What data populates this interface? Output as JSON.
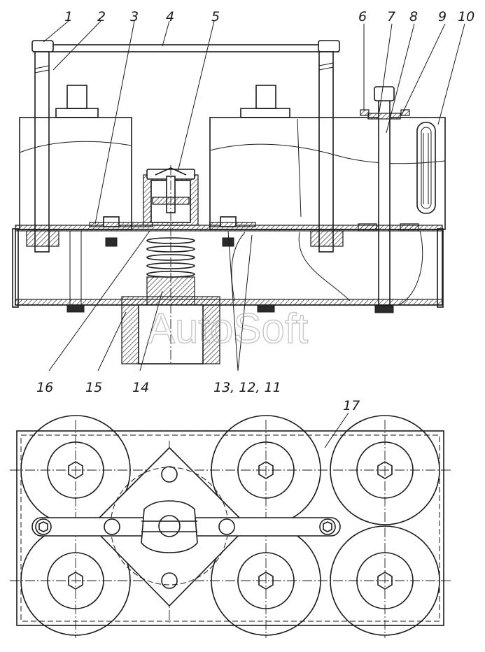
{
  "watermark": "AutoSoft",
  "callouts_top": [
    "1",
    "2",
    "3",
    "4",
    "5",
    "6",
    "7",
    "8",
    "9",
    "10"
  ],
  "callouts_bottom": [
    "16",
    "15",
    "14",
    "13, 12, 11"
  ],
  "callout_plan": "17"
}
